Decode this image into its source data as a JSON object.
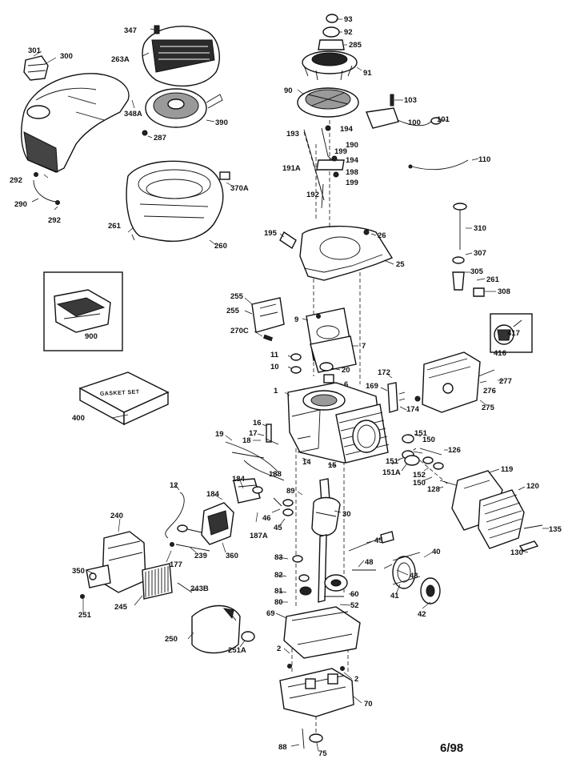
{
  "diagram": {
    "date_code": "6/98",
    "kit_box_text": "GASKET SET",
    "part_labels": [
      "347",
      "301",
      "300",
      "263A",
      "93",
      "92",
      "285",
      "91",
      "90",
      "103",
      "348A",
      "390",
      "287",
      "193",
      "194",
      "190",
      "199",
      "194",
      "191A",
      "198",
      "199",
      "100",
      "101",
      "110",
      "292",
      "290",
      "292",
      "370A",
      "192",
      "261",
      "260",
      "195",
      "26",
      "25",
      "310",
      "307",
      "305",
      "261",
      "308",
      "900",
      "255",
      "255",
      "9",
      "270C",
      "7",
      "417",
      "416",
      "11",
      "10",
      "20",
      "6",
      "172",
      "169",
      "277",
      "276",
      "275",
      "400",
      "1",
      "174",
      "16",
      "17",
      "18",
      "19",
      "151",
      "150",
      "126",
      "151",
      "14",
      "15",
      "188",
      "151A",
      "152",
      "150",
      "128",
      "119",
      "120",
      "12",
      "184",
      "89",
      "30",
      "46",
      "45",
      "240",
      "184",
      "187A",
      "135",
      "239",
      "360",
      "45",
      "130",
      "177",
      "83",
      "40",
      "48",
      "350",
      "82",
      "43",
      "245",
      "81",
      "60",
      "41",
      "243B",
      "80",
      "52",
      "42",
      "251",
      "69",
      "250",
      "251A",
      "2",
      "2",
      "70",
      "88",
      "75"
    ]
  }
}
